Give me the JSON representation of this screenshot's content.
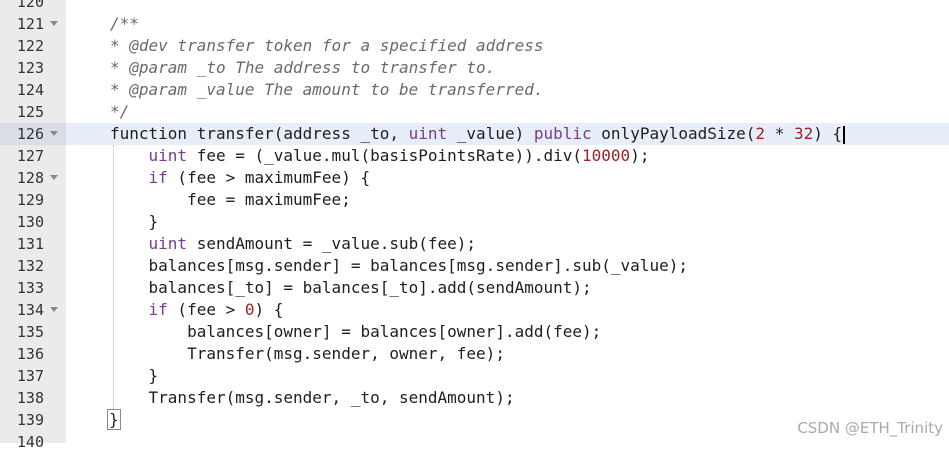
{
  "editor": {
    "lines": [
      {
        "num": "120",
        "fold": false,
        "active": false,
        "tokens": []
      },
      {
        "num": "121",
        "fold": true,
        "active": false,
        "tokens": [
          {
            "t": "/**",
            "c": "cm"
          }
        ]
      },
      {
        "num": "122",
        "fold": false,
        "active": false,
        "tokens": [
          {
            "t": "* @dev transfer token for a specified address",
            "c": "cm"
          }
        ]
      },
      {
        "num": "123",
        "fold": false,
        "active": false,
        "tokens": [
          {
            "t": "* @param _to The address to transfer to.",
            "c": "cm"
          }
        ]
      },
      {
        "num": "124",
        "fold": false,
        "active": false,
        "tokens": [
          {
            "t": "* @param _value The amount to be transferred.",
            "c": "cm"
          }
        ]
      },
      {
        "num": "125",
        "fold": false,
        "active": false,
        "tokens": [
          {
            "t": "*/",
            "c": "cm"
          }
        ]
      },
      {
        "num": "126",
        "fold": true,
        "active": true,
        "cursor": true,
        "tokens": [
          {
            "t": "function transfer(address _to, ",
            "c": ""
          },
          {
            "t": "uint",
            "c": "kw"
          },
          {
            "t": " _value) ",
            "c": ""
          },
          {
            "t": "public",
            "c": "kw"
          },
          {
            "t": " onlyPayloadSize(",
            "c": ""
          },
          {
            "t": "2",
            "c": "num"
          },
          {
            "t": " * ",
            "c": ""
          },
          {
            "t": "32",
            "c": "num"
          },
          {
            "t": ") {",
            "c": ""
          }
        ]
      },
      {
        "num": "127",
        "fold": false,
        "active": false,
        "tokens": [
          {
            "t": "    ",
            "c": ""
          },
          {
            "t": "uint",
            "c": "kw"
          },
          {
            "t": " fee = (_value.mul(basisPointsRate)).div(",
            "c": ""
          },
          {
            "t": "10000",
            "c": "num"
          },
          {
            "t": ");",
            "c": ""
          }
        ]
      },
      {
        "num": "128",
        "fold": true,
        "active": false,
        "tokens": [
          {
            "t": "    ",
            "c": ""
          },
          {
            "t": "if",
            "c": "kw"
          },
          {
            "t": " (fee > maximumFee) {",
            "c": ""
          }
        ]
      },
      {
        "num": "129",
        "fold": false,
        "active": false,
        "tokens": [
          {
            "t": "        fee = maximumFee;",
            "c": ""
          }
        ]
      },
      {
        "num": "130",
        "fold": false,
        "active": false,
        "tokens": [
          {
            "t": "    }",
            "c": ""
          }
        ]
      },
      {
        "num": "131",
        "fold": false,
        "active": false,
        "tokens": [
          {
            "t": "    ",
            "c": ""
          },
          {
            "t": "uint",
            "c": "kw"
          },
          {
            "t": " sendAmount = _value.sub(fee);",
            "c": ""
          }
        ]
      },
      {
        "num": "132",
        "fold": false,
        "active": false,
        "tokens": [
          {
            "t": "    balances[msg.sender] = balances[msg.sender].sub(_value);",
            "c": ""
          }
        ]
      },
      {
        "num": "133",
        "fold": false,
        "active": false,
        "tokens": [
          {
            "t": "    balances[_to] = balances[_to].add(sendAmount);",
            "c": ""
          }
        ]
      },
      {
        "num": "134",
        "fold": true,
        "active": false,
        "tokens": [
          {
            "t": "    ",
            "c": ""
          },
          {
            "t": "if",
            "c": "kw"
          },
          {
            "t": " (fee > ",
            "c": ""
          },
          {
            "t": "0",
            "c": "num"
          },
          {
            "t": ") {",
            "c": ""
          }
        ]
      },
      {
        "num": "135",
        "fold": false,
        "active": false,
        "tokens": [
          {
            "t": "        balances[owner] = balances[owner].add(fee);",
            "c": ""
          }
        ]
      },
      {
        "num": "136",
        "fold": false,
        "active": false,
        "tokens": [
          {
            "t": "        Transfer(msg.sender, owner, fee);",
            "c": ""
          }
        ]
      },
      {
        "num": "137",
        "fold": false,
        "active": false,
        "tokens": [
          {
            "t": "    }",
            "c": ""
          }
        ]
      },
      {
        "num": "138",
        "fold": false,
        "active": false,
        "tokens": [
          {
            "t": "    Transfer(msg.sender, _to, sendAmount);",
            "c": ""
          }
        ]
      },
      {
        "num": "139",
        "fold": false,
        "active": false,
        "bracket": true,
        "tokens": [
          {
            "t": "}",
            "c": ""
          }
        ]
      },
      {
        "num": "140",
        "fold": false,
        "active": false,
        "tokens": []
      }
    ]
  },
  "watermark": "CSDN @ETH_Trinity"
}
